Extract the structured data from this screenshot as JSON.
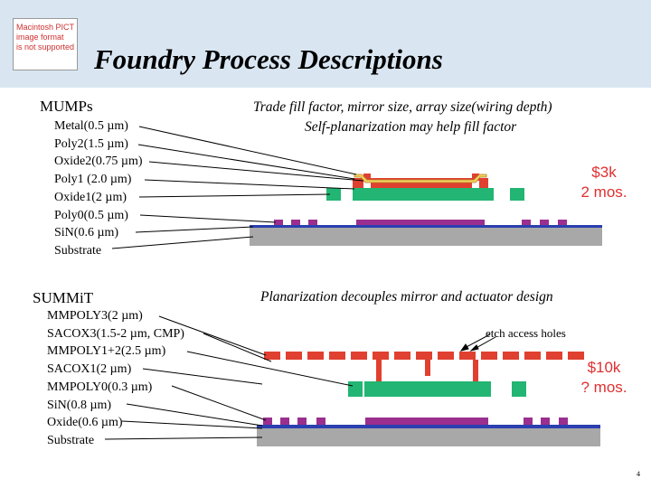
{
  "pict_placeholder": [
    "Macintosh PICT",
    "image format",
    "is not supported"
  ],
  "title": "Foundry Process Descriptions",
  "mumps": {
    "heading": "MUMPs",
    "layers": [
      "Metal(0.5 µm)",
      "Poly2(1.5 µm)",
      "Oxide2(0.75 µm)",
      "Poly1 (2.0 µm)",
      "Oxide1(2 µm)",
      "Poly0(0.5 µm)",
      "SiN(0.6 µm)",
      "Substrate"
    ],
    "note_line1": "Trade fill factor, mirror size, array size(wiring depth)",
    "note_line2": "Self-planarization may help fill factor",
    "cost_line1": "$3k",
    "cost_line2": "2 mos."
  },
  "summit": {
    "heading": "SUMMiT",
    "layers": [
      "MMPOLY3(2 µm)",
      "SACOX3(1.5-2 µm, CMP)",
      "MMPOLY1+2(2.5 µm)",
      "SACOX1(2 µm)",
      "MMPOLY0(0.3 µm)",
      "SiN(0.8 µm)",
      "Oxide(0.6 µm)",
      "Substrate"
    ],
    "note": "Planarization decouples mirror and actuator design",
    "etch_label": "etch access holes",
    "cost_line1": "$10k",
    "cost_line2": "? mos."
  },
  "page_number": "4",
  "colors": {
    "header_bg": "#d9e6f2",
    "red_layer": "#e04030",
    "green_layer": "#22b573",
    "purple_layer": "#9b2f8f",
    "blue_layer": "#2b3fb0",
    "gray_substrate": "#a8a8a8",
    "cost_text": "#e03030"
  }
}
